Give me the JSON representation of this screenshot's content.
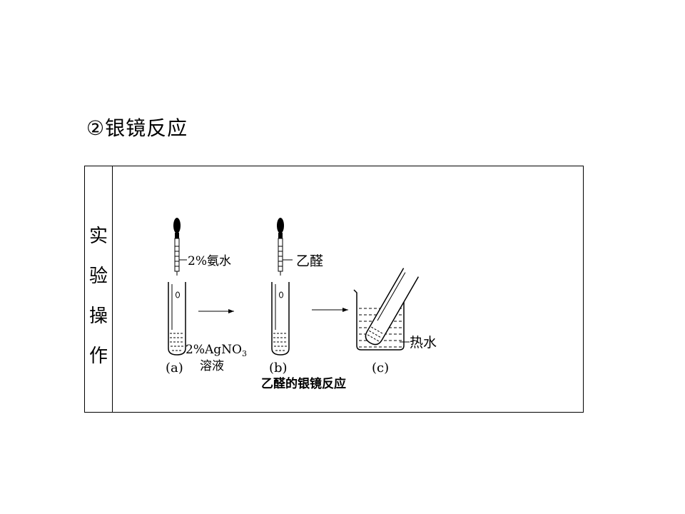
{
  "title": "②银镜反应",
  "side_label": [
    "实",
    "验",
    "操",
    "作"
  ],
  "diagram": {
    "label_a_reagent": "2%氨水",
    "label_b_reagent": "乙醛",
    "label_c_bath": "热水",
    "label_agno3": "2%AgNO",
    "label_agno3_sub": "3",
    "label_solution": "溶液",
    "label_a": "(a)",
    "label_b": "(b)",
    "label_c": "(c)",
    "caption": "乙醛的银镜反应"
  }
}
